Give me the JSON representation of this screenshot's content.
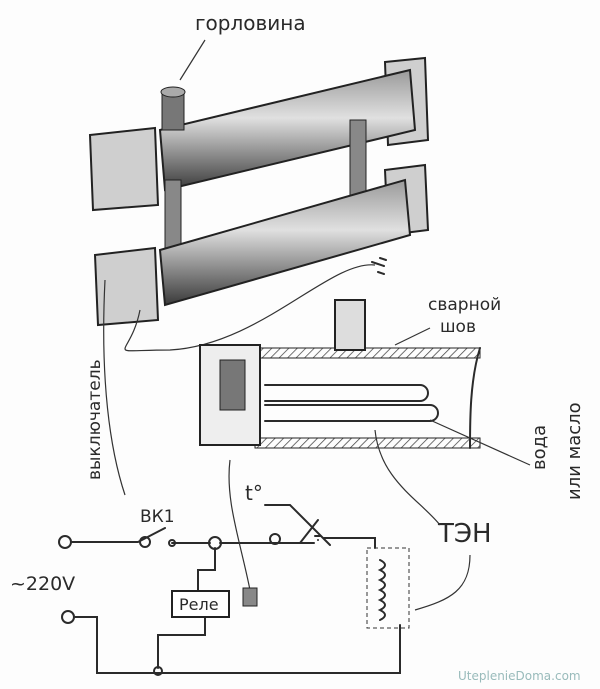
{
  "labels": {
    "neck": "горловина",
    "weld_seam_line1": "сварной",
    "weld_seam_line2": "шов",
    "fluid_line1": "вода",
    "fluid_line2": "или масло",
    "switch": "выключатель",
    "switch_id": "ВК1",
    "thermostat": "t°",
    "voltage": "~220V",
    "relay": "Реле",
    "heater": "ТЭН"
  },
  "watermark": "UteplenieDoma.com"
}
